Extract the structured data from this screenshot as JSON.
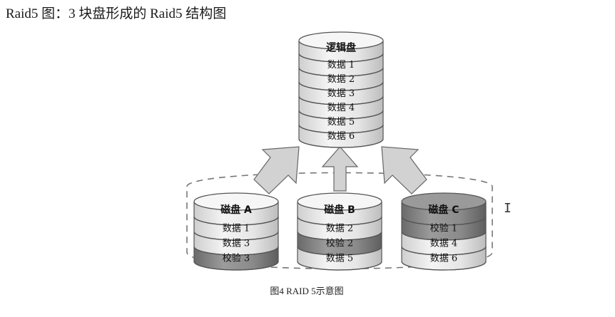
{
  "page": {
    "heading": "Raid5 图：3 块盘形成的 Raid5 结构图",
    "caption": "图4 RAID 5示意图",
    "cursor_glyph": "I"
  },
  "logical_disk": {
    "title": "逻辑盘",
    "layers": [
      {
        "label": "数据 1",
        "tone": "light"
      },
      {
        "label": "数据 2",
        "tone": "light"
      },
      {
        "label": "数据 3",
        "tone": "light"
      },
      {
        "label": "数据 4",
        "tone": "light"
      },
      {
        "label": "数据 5",
        "tone": "light"
      },
      {
        "label": "数据 6",
        "tone": "light"
      }
    ]
  },
  "physical_disks": [
    {
      "title": "磁盘 A",
      "title_tone": "light",
      "layers": [
        {
          "label": "数据 1",
          "tone": "light"
        },
        {
          "label": "数据 3",
          "tone": "light"
        },
        {
          "label": "校验 3",
          "tone": "dark"
        }
      ]
    },
    {
      "title": "磁盘 B",
      "title_tone": "light",
      "layers": [
        {
          "label": "数据 2",
          "tone": "light"
        },
        {
          "label": "校验 2",
          "tone": "dark"
        },
        {
          "label": "数据 5",
          "tone": "light"
        }
      ]
    },
    {
      "title": "磁盘 C",
      "title_tone": "dark",
      "layers": [
        {
          "label": "校验 1",
          "tone": "dark"
        },
        {
          "label": "数据 4",
          "tone": "light"
        },
        {
          "label": "数据 6",
          "tone": "light"
        }
      ]
    }
  ],
  "colors": {
    "light_fill": "#ececec",
    "light_top": "#f6f6f6",
    "dark_fill": "#8a8a8a",
    "dark_top": "#9a9a9a",
    "stroke": "#555555",
    "arrow_fill": "#d2d2d2",
    "dash": "#777777"
  }
}
